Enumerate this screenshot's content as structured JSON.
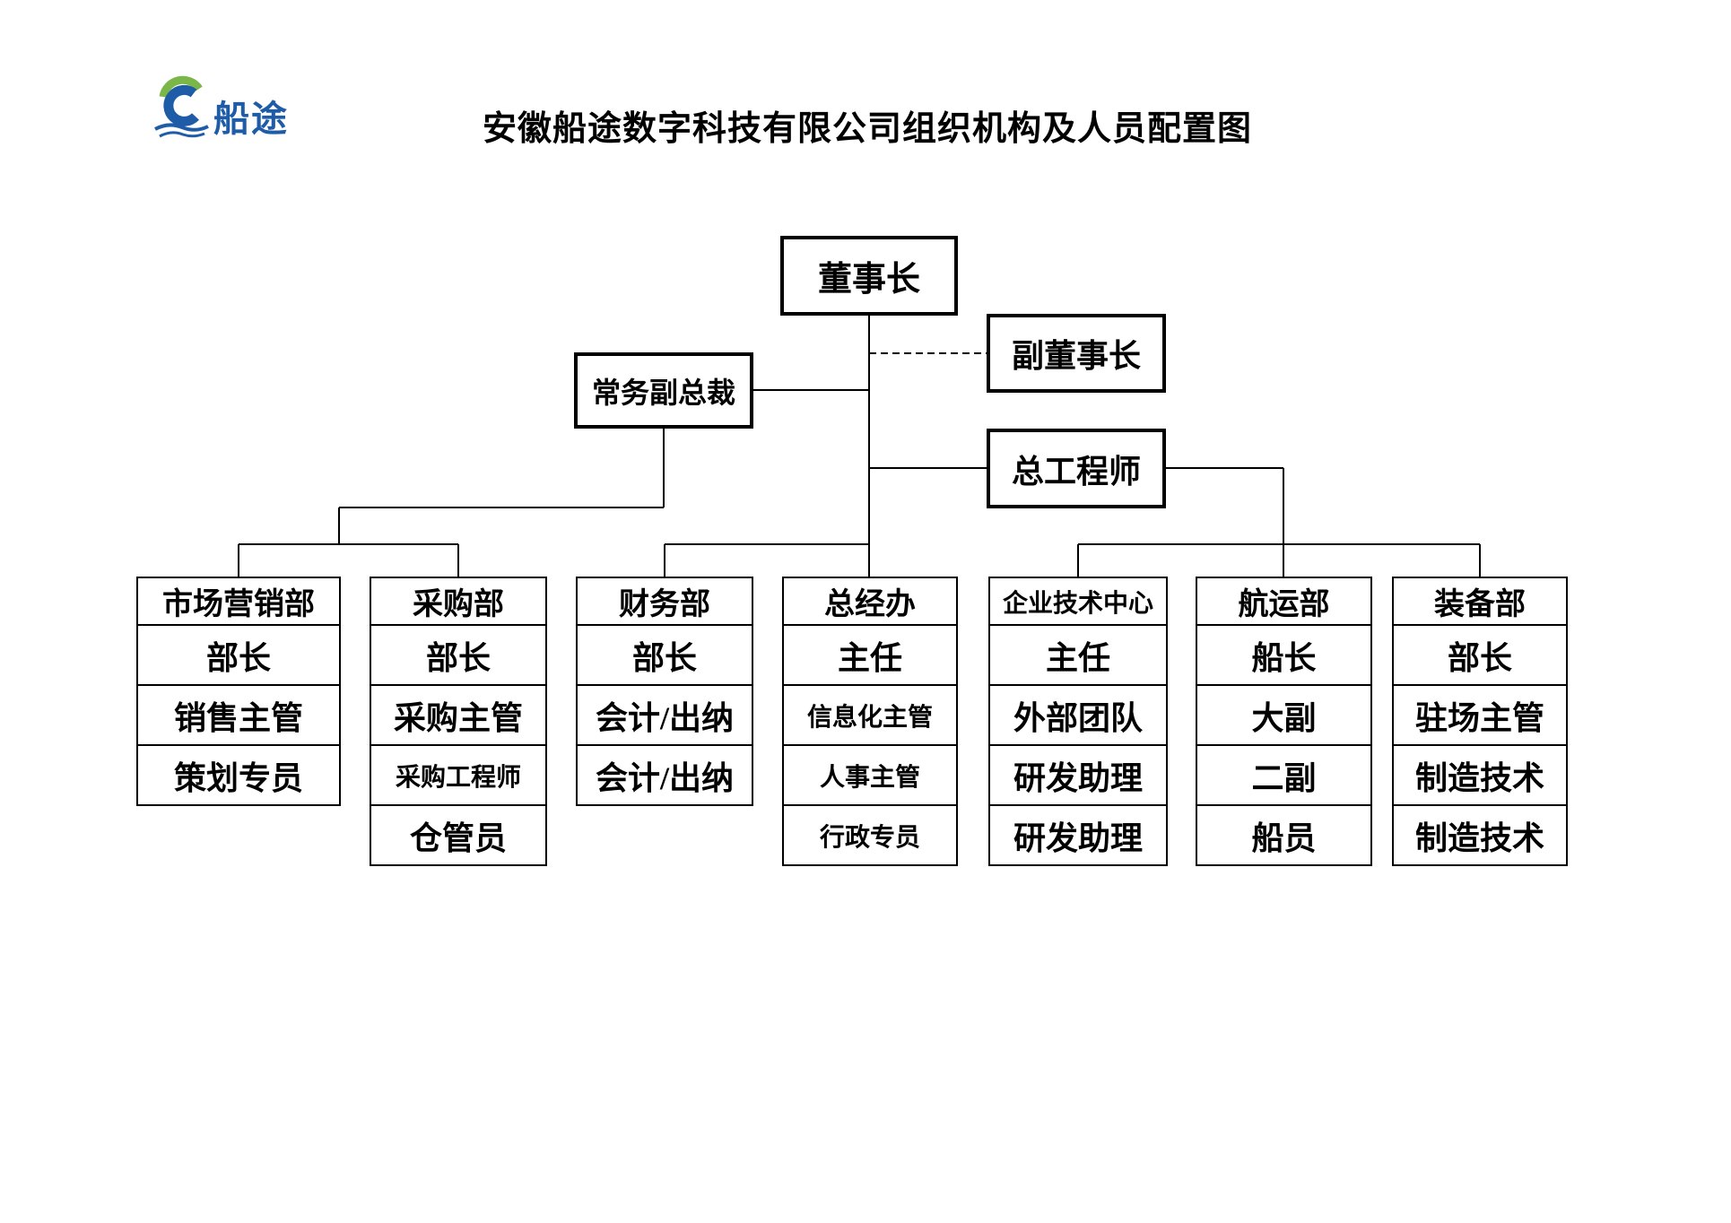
{
  "title": "安徽船途数字科技有限公司组织机构及人员配置图",
  "logo": {
    "text": "船途",
    "green": "#7ab648",
    "blue": "#1e5ca8"
  },
  "executives": {
    "chairman": "董事长",
    "vice_chairman": "副董事长",
    "executive_vice_president": "常务副总裁",
    "chief_engineer": "总工程师"
  },
  "departments": [
    {
      "name": "市场营销部",
      "small": false,
      "rows": [
        {
          "label": "部长",
          "small": false
        },
        {
          "label": "销售主管",
          "small": false
        },
        {
          "label": "策划专员",
          "small": false
        }
      ]
    },
    {
      "name": "采购部",
      "small": false,
      "rows": [
        {
          "label": "部长",
          "small": false
        },
        {
          "label": "采购主管",
          "small": false
        },
        {
          "label": "采购工程师",
          "small": true
        },
        {
          "label": "仓管员",
          "small": false
        }
      ]
    },
    {
      "name": "财务部",
      "small": false,
      "rows": [
        {
          "label": "部长",
          "small": false
        },
        {
          "label": "会计/出纳",
          "small": false
        },
        {
          "label": "会计/出纳",
          "small": false
        }
      ]
    },
    {
      "name": "总经办",
      "small": false,
      "rows": [
        {
          "label": "主任",
          "small": false
        },
        {
          "label": "信息化主管",
          "small": true
        },
        {
          "label": "人事主管",
          "small": true
        },
        {
          "label": "行政专员",
          "small": true
        }
      ]
    },
    {
      "name": "企业技术中心",
      "small": true,
      "rows": [
        {
          "label": "主任",
          "small": false
        },
        {
          "label": "外部团队",
          "small": false
        },
        {
          "label": "研发助理",
          "small": false
        },
        {
          "label": "研发助理",
          "small": false
        }
      ]
    },
    {
      "name": "航运部",
      "small": false,
      "rows": [
        {
          "label": "船长",
          "small": false
        },
        {
          "label": "大副",
          "small": false
        },
        {
          "label": "二副",
          "small": false
        },
        {
          "label": "船员",
          "small": false
        }
      ]
    },
    {
      "name": "装备部",
      "small": false,
      "rows": [
        {
          "label": "部长",
          "small": false
        },
        {
          "label": "驻场主管",
          "small": false
        },
        {
          "label": "制造技术",
          "small": false
        },
        {
          "label": "制造技术",
          "small": false
        }
      ]
    }
  ],
  "line_color": "#000000"
}
